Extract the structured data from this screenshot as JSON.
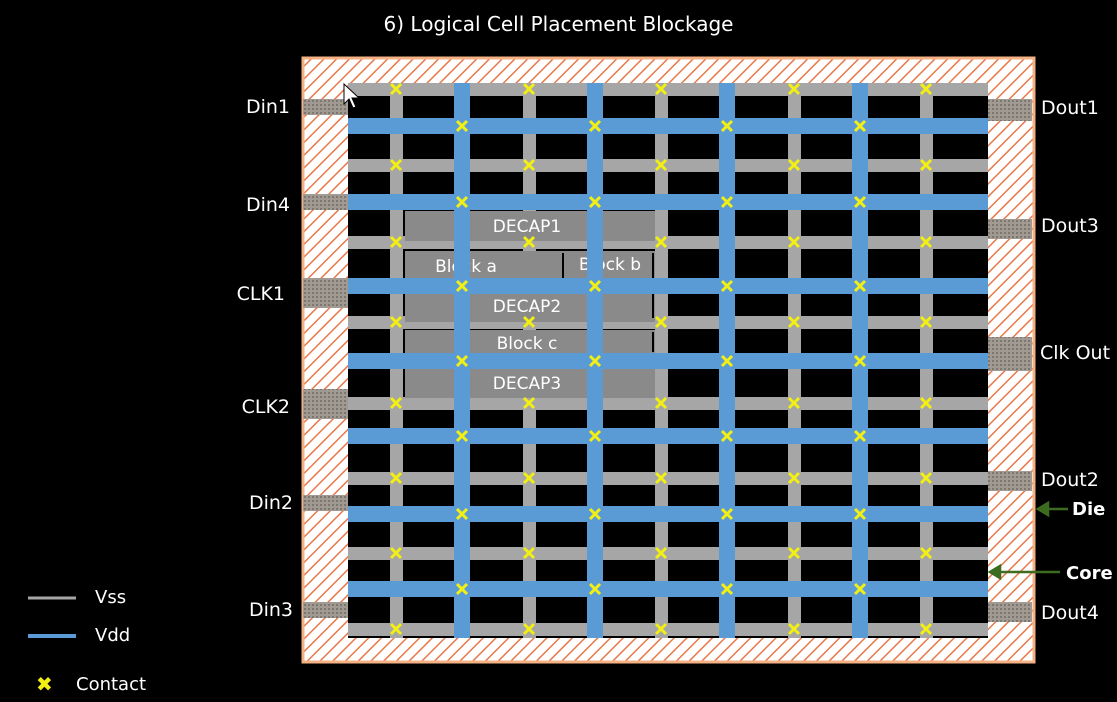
{
  "title": "6) Logical Cell Placement Blockage",
  "pins_left": [
    "Din1",
    "Din4",
    "CLK1",
    "CLK2",
    "Din2",
    "Din3"
  ],
  "pins_right": [
    "Dout1",
    "Dout3",
    "Clk Out",
    "Dout2",
    "Dout4"
  ],
  "annotations": {
    "die": "Die",
    "core": "Core"
  },
  "blocks": {
    "decap1": "DECAP1",
    "block_a": "Block a",
    "block_b": "Block b",
    "decap2": "DECAP2",
    "block_c": "Block c",
    "decap3": "DECAP3"
  },
  "legend": {
    "vss": "Vss",
    "vdd": "Vdd",
    "contact": "Contact"
  },
  "colors": {
    "vss": "#a6a6a6",
    "vdd": "#5b9bd5",
    "contact": "#f2ef14",
    "die_border": "#f4b183",
    "die_hatch": "#e8784a",
    "io_pad": "#9c9c9c",
    "block_fill": "#8a8a8a"
  },
  "icons": [
    "mouse-cursor-icon",
    "contact-x-icon",
    "arrow-left-icon"
  ]
}
